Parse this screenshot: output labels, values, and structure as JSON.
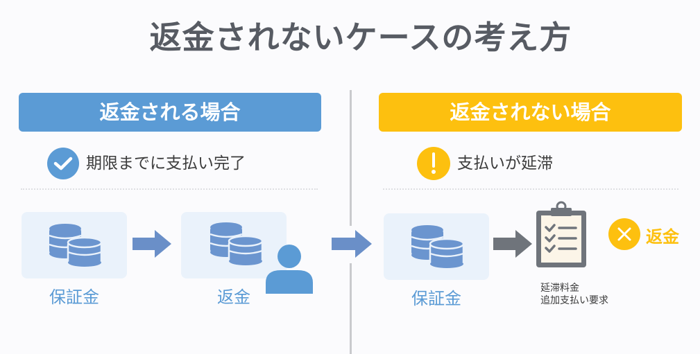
{
  "title": "返金されないケースの考え方",
  "colors": {
    "blue": "#5b9bd5",
    "yellow": "#fdc00f",
    "title_gray": "#575b63",
    "card_bg": "#eaf2fb",
    "arrow_blue": "#6a8fc8",
    "arrow_gray": "#6f747b"
  },
  "left": {
    "header": "返金される場合",
    "condition": {
      "icon": "check-circle-icon",
      "text": "期限までに支払い完了"
    },
    "flow": [
      {
        "icon": "coins-icon",
        "label": "保証金"
      },
      {
        "icon": "arrow-right-icon"
      },
      {
        "icon": "coins-icon",
        "label": "返金",
        "extra_icon": "person-icon"
      }
    ]
  },
  "right": {
    "header": "返金されない場合",
    "condition": {
      "icon": "exclamation-circle-icon",
      "text": "支払いが延滞"
    },
    "flow": [
      {
        "icon": "coins-icon",
        "label": "保証金"
      },
      {
        "icon": "arrow-right-icon"
      },
      {
        "icon": "clipboard-checklist-icon",
        "caption": [
          "延滞料金",
          "追加支払い要求"
        ]
      },
      {
        "icon": "x-circle-icon",
        "label": "返金"
      }
    ]
  }
}
